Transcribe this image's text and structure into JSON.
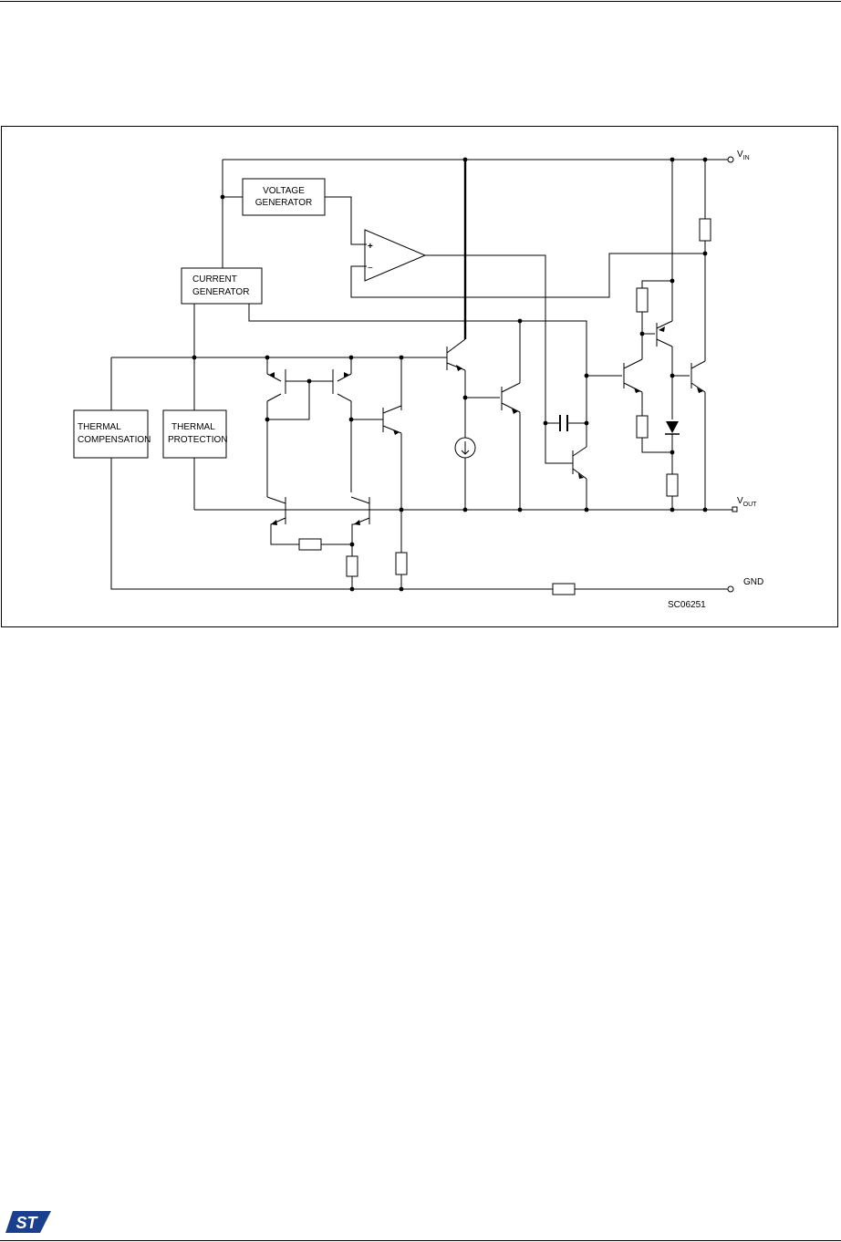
{
  "diagram": {
    "blocks": {
      "voltage_generator": [
        "VOLTAGE",
        "GENERATOR"
      ],
      "current_generator": [
        "CURRENT",
        "GENERATOR"
      ],
      "thermal_compensation": [
        "THERMAL",
        "COMPENSATION"
      ],
      "thermal_protection": [
        "THERMAL",
        "PROTECTION"
      ]
    },
    "pins": {
      "vin": {
        "main": "V",
        "sub": "IN"
      },
      "vout": {
        "main": "V",
        "sub": "OUT"
      },
      "gnd": "GND"
    },
    "opamp": {
      "plus": "+",
      "minus": "−"
    },
    "code": "SC06251"
  },
  "footer": {
    "logo": "ST"
  }
}
